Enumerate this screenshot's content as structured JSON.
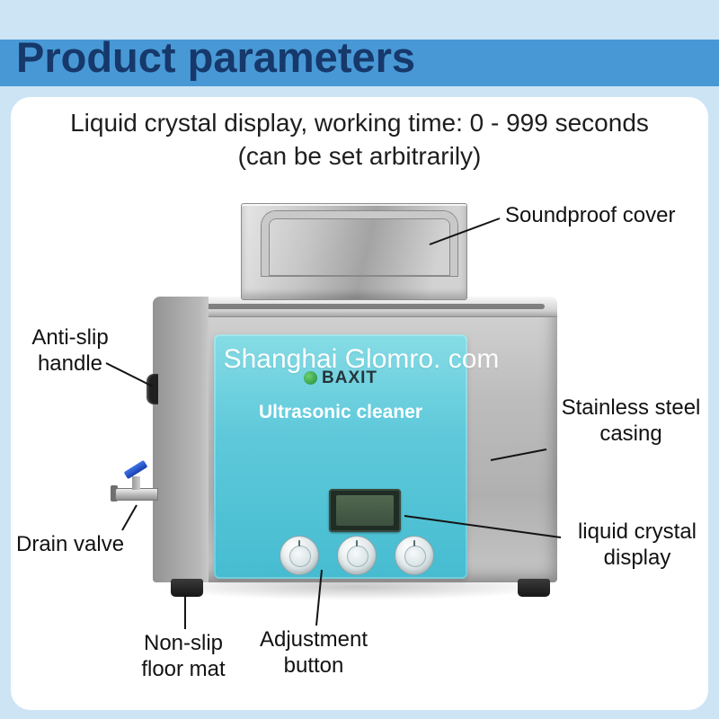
{
  "page": {
    "title": "Product parameters",
    "subtitle_line1": "Liquid crystal display, working time: 0 - 999 seconds",
    "subtitle_line2": "(can be set arbitrarily)"
  },
  "watermark": "Shanghai Glomro. com",
  "product": {
    "brand": "BAXIT",
    "panel_title": "Ultrasonic cleaner"
  },
  "callouts": {
    "soundproof_cover": "Soundproof cover",
    "anti_slip_handle": "Anti-slip\nhandle",
    "stainless_steel_casing": "Stainless steel\ncasing",
    "drain_valve": "Drain valve",
    "liquid_crystal_display": "liquid crystal\ndisplay",
    "non_slip_floor_mat": "Non-slip\nfloor mat",
    "adjustment_button": "Adjustment\nbutton"
  },
  "colors": {
    "page_background": "#cde4f5",
    "header_band": "#4898d5",
    "title_text": "#16386a",
    "panel_teal": "#5fc9da",
    "drain_lever_blue": "#1d4fd0",
    "brand_green": "#2f9e44"
  }
}
